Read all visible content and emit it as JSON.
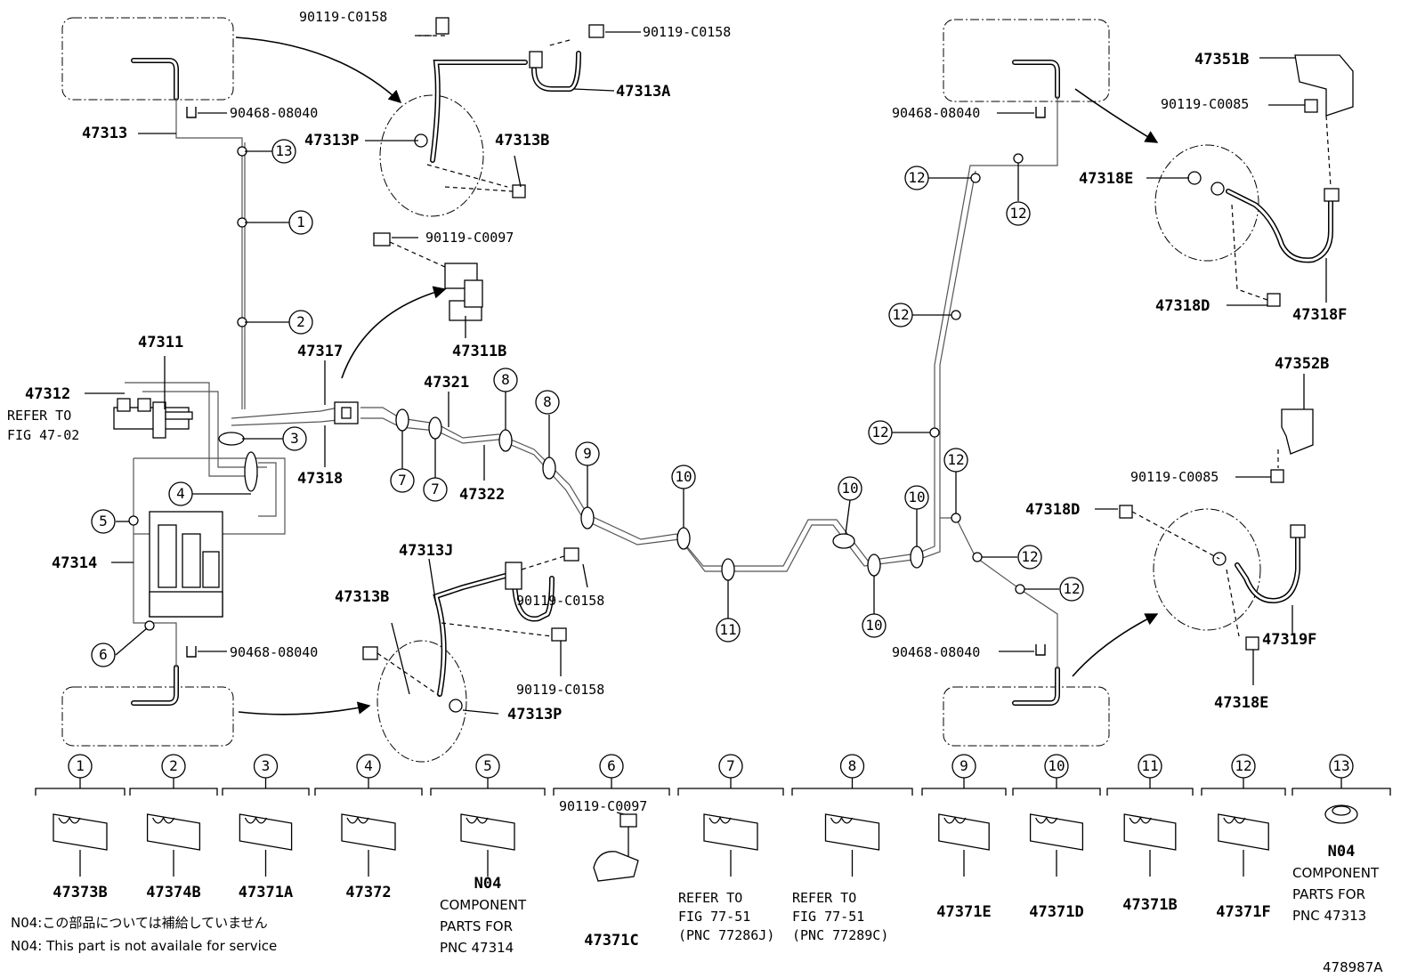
{
  "diagram_id": "478987A",
  "notes": {
    "jp": "N04:この部品については補給していません",
    "en": "N04: This part is not availale for service"
  },
  "labels": {
    "p47313": "47313",
    "p90468_tl": "90468-08040",
    "p90119_c0158_a": "90119-C0158",
    "p90119_c0158_b": "90119-C0158",
    "p47313A": "47313A",
    "p47313P_top": "47313P",
    "p47313B_top": "47313B",
    "p90119_c0097": "90119-C0097",
    "p47311B": "47311B",
    "p47311": "47311",
    "p47312": "47312",
    "refer_to": "REFER TO",
    "fig_47_02": "FIG 47-02",
    "p47317": "47317",
    "p47318": "47318",
    "p47321": "47321",
    "p47322": "47322",
    "p47314": "47314",
    "p47313J": "47313J",
    "p47313B_bot": "47313B",
    "p90119_c0158_c": "90119-C0158",
    "p90119_c0158_d": "90119-C0158",
    "p90468_bl": "90468-08040",
    "p47313P_bot": "47313P",
    "p90468_tr": "90468-08040",
    "p47351B": "47351B",
    "p90119_c0085_a": "90119-C0085",
    "p47318E_top": "47318E",
    "p47318D_top": "47318D",
    "p47318F": "47318F",
    "p47352B": "47352B",
    "p90119_c0085_b": "90119-C0085",
    "p47318D_bot": "47318D",
    "p47319F": "47319F",
    "p47318E_bot": "47318E",
    "p90468_br": "90468-08040"
  },
  "callouts": {
    "c1": "1",
    "c2": "2",
    "c3": "3",
    "c4": "4",
    "c5": "5",
    "c6": "6",
    "c7": "7",
    "c8": "8",
    "c9": "9",
    "c10": "10",
    "c11": "11",
    "c12": "12",
    "c13": "13"
  },
  "legend": [
    {
      "num": "1",
      "part": "47373B"
    },
    {
      "num": "2",
      "part": "47374B"
    },
    {
      "num": "3",
      "part": "47371A"
    },
    {
      "num": "4",
      "part": "47372"
    },
    {
      "num": "5",
      "part": "N04",
      "extra": [
        "COMPONENT",
        "PARTS FOR",
        "PNC 47314"
      ]
    },
    {
      "num": "6",
      "part": "47371C",
      "bolt": "90119-C0097"
    },
    {
      "num": "7",
      "part": "",
      "extra": [
        "REFER TO",
        "FIG 77-51",
        "(PNC 77286J)"
      ]
    },
    {
      "num": "8",
      "part": "",
      "extra": [
        "REFER TO",
        "FIG 77-51",
        "(PNC 77289C)"
      ]
    },
    {
      "num": "9",
      "part": "47371E"
    },
    {
      "num": "10",
      "part": "47371D"
    },
    {
      "num": "11",
      "part": "47371B"
    },
    {
      "num": "12",
      "part": "47371F"
    },
    {
      "num": "13",
      "part": "N04",
      "extra": [
        "COMPONENT",
        "PARTS FOR",
        "PNC 47313"
      ]
    }
  ]
}
